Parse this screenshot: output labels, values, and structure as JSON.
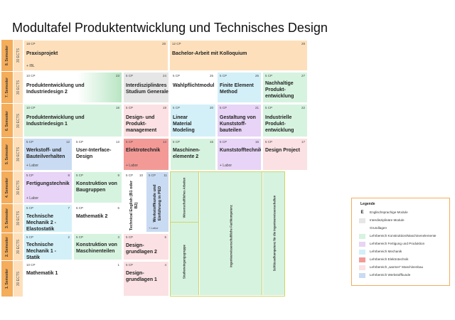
{
  "title": "Modultafel Produktentwicklung und Technisches Design",
  "colors": {
    "orange_tab": "#f4ad5b",
    "light_orange": "#fde0bb",
    "green": "#d6f3df",
    "purple": "#e7d4f6",
    "cyan": "#d3f0f8",
    "red": "#f39a97",
    "pink": "#fbe1e3",
    "grey": "#e6e6e6",
    "blue": "#c9dbf2",
    "olive_outline": "#cdd66a"
  },
  "semesters": [
    {
      "label": "8. Semester",
      "ects": "30 ECTS"
    },
    {
      "label": "7. Semester",
      "ects": "30 ECTS"
    },
    {
      "label": "6. Semester",
      "ects": "30 ECTS"
    },
    {
      "label": "5. Semester",
      "ects": "30 ECTS"
    },
    {
      "label": "4. Semester",
      "ects": "30 ECTS"
    },
    {
      "label": "3. Semester",
      "ects": "30 ECTS"
    },
    {
      "label": "2. Semester",
      "ects": "30 ECTS"
    },
    {
      "label": "1. Semester",
      "ects": "30 ECTS"
    }
  ],
  "modules": {
    "praxisprojekt": {
      "cp": "18 CP",
      "num": "28",
      "name": "Praxisprojekt",
      "note": "+ IBL"
    },
    "bachelor": {
      "cp": "12 CP",
      "num": "29",
      "name": "Bachelor-Arbeit mit Kolloquium"
    },
    "pe2": {
      "cp": "10 CP",
      "num": "23",
      "name": "Produktentwicklung und Industriedesign 2"
    },
    "interdisz": {
      "cp": "5 CP",
      "num": "24",
      "name": "Interdisziplinäres Studium Generale"
    },
    "wahlpflicht": {
      "cp": "5 CP",
      "num": "25",
      "name": "Wahlpflichtmodul"
    },
    "fem": {
      "cp": "5 CP",
      "num": "26",
      "name": "Finite Element Method"
    },
    "nachhaltig": {
      "cp": "5 CP",
      "num": "27",
      "name": "Nachhaltige Produkt- entwicklung"
    },
    "pe1": {
      "cp": "10 CP",
      "num": "18",
      "name": "Produktentwicklung und Industriedesign 1"
    },
    "designmgmt": {
      "cp": "5 CP",
      "num": "19",
      "name": "Design- und Produkt- management"
    },
    "linear": {
      "cp": "5 CP",
      "num": "20",
      "name": "Linear Material Modeling"
    },
    "kunststoffbau": {
      "cp": "5 CP",
      "num": "21",
      "name": "Gestaltung von Kunststoff- bauteilen"
    },
    "industriell": {
      "cp": "5 CP",
      "num": "22",
      "name": "Industrielle Produkt- entwicklung"
    },
    "werkstoff": {
      "cp": "5 CP",
      "num": "12",
      "name": "Werkstoff- und Bauteilverhalten",
      "note": "+ Labor"
    },
    "uidesign": {
      "cp": "5 CP",
      "num": "13",
      "name": "User-Interface- Design"
    },
    "elektro": {
      "cp": "5 CP",
      "num": "14",
      "name": "Elektrotechnik",
      "note": "+ Labor"
    },
    "maschinen2": {
      "cp": "5 CP",
      "num": "15",
      "name": "Maschinen- elemente 2"
    },
    "kunststofftech": {
      "cp": "5 CP",
      "num": "16",
      "name": "Kunststofftechnik",
      "note": "+ Labor"
    },
    "designproject": {
      "cp": "5 CP",
      "num": "17",
      "name": "Design Project"
    },
    "fertigung": {
      "cp": "5 CP",
      "num": "8",
      "name": "Fertigungstechnik",
      "note": "+ Labor"
    },
    "baugruppen": {
      "cp": "5 CP",
      "num": "9",
      "name": "Konstruktion von Baugruppen"
    },
    "english": {
      "cp": "5 CP",
      "num": "10",
      "name": "Technical English (B1 oder B2)"
    },
    "werkstoffkunde": {
      "cp": "5 CP",
      "num": "11",
      "name": "Werkstoffkunde und Einführung in PED",
      "note": "+ Labor"
    },
    "mechanik2": {
      "cp": "5 CP",
      "num": "7",
      "name": "Technische Mechanik 2 - Elastostatik"
    },
    "mathe2": {
      "cp": "5 CP",
      "num": "6",
      "name": "Mathematik 2"
    },
    "designgrund2": {
      "cp": "5 CP",
      "num": "5",
      "name": "Design- grundlagen 2"
    },
    "mechanik1": {
      "cp": "5 CP",
      "num": "2",
      "name": "Technische Mechanik 1 - Statik"
    },
    "konstruktion": {
      "cp": "5 CP",
      "num": "3",
      "name": "Konstruktion von Maschinenteilen"
    },
    "mathe1": {
      "cp": "10 CP",
      "num": "1",
      "name": "Mathematik 1"
    },
    "designgrund1": {
      "cp": "5 CP",
      "num": "4",
      "name": "Design- grundlagen 1"
    }
  },
  "competencies": {
    "wiss": "Wissenschaftliches Arbeiten",
    "studien": "Studieneingangsgruppe",
    "ingenieur": "Ingenieurwissenschaftliche Fachkompetenz",
    "schluessel": "Schlüsselkompetenz für die Ingenieurwissenschaften"
  },
  "legend": {
    "title": "Legende",
    "items": [
      {
        "swatch": "E",
        "color": "#ffffff",
        "text": "Englischsprachige Module"
      },
      {
        "swatch": "",
        "color": "#e6e6e6",
        "text": "Interdisziplinäre Module"
      },
      {
        "swatch": "",
        "color": "#ffffff",
        "text": "Grundlagen"
      },
      {
        "swatch": "",
        "color": "#d6f3df",
        "text": "Lehrbereich Konstruktion/Maschinenelemente"
      },
      {
        "swatch": "",
        "color": "#e7d4f6",
        "text": "Lehrbereich Fertigung und Produktion"
      },
      {
        "swatch": "",
        "color": "#d3f0f8",
        "text": "Lehrbereich Mechanik"
      },
      {
        "swatch": "",
        "color": "#f39a97",
        "text": "Lehrbereich Elektrotechnik"
      },
      {
        "swatch": "",
        "color": "#fbe1e3",
        "text": "Lehrbereich „warmer“ Maschinenbau"
      },
      {
        "swatch": "",
        "color": "#c9dbf2",
        "text": "Lehrbereich Werkstoffkunde"
      }
    ]
  }
}
